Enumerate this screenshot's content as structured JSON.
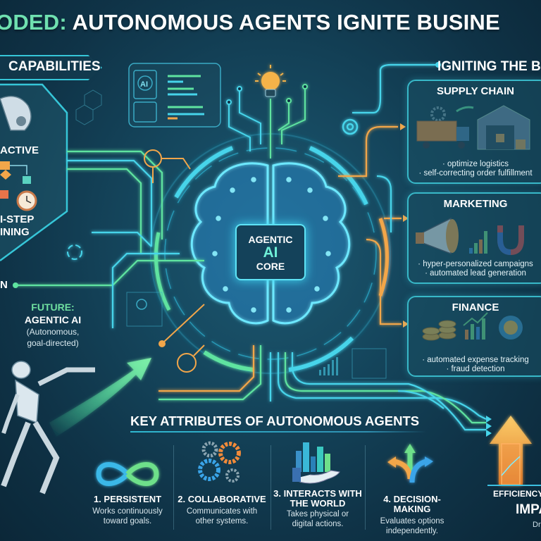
{
  "title": {
    "highlight": "ODED:",
    "rest": " AUTONOMOUS AGENTS IGNITE BUSINE"
  },
  "left_panel": {
    "section_label": "CAPABILITIES",
    "items": [
      {
        "label": "ACTIVE",
        "icon": "robot-hand-icon"
      },
      {
        "label_line1": "I-STEP",
        "label_line2": "INING",
        "icon": "flowchart-clock-icon"
      }
    ],
    "partial_label": "N"
  },
  "future": {
    "line1": "FUTURE:",
    "line2": "AGENTIC AI",
    "line3": "(Autonomous,",
    "line4": "goal-directed)"
  },
  "core": {
    "line1": "AGENTIC",
    "line2": "AI",
    "line3": "CORE"
  },
  "right_panel": {
    "heading": "IGNITING THE B",
    "cards": [
      {
        "title": "SUPPLY CHAIN",
        "bullets": [
          "· optimize logistics",
          "· self-correcting order fulfillment"
        ],
        "icon": "truck-warehouse-icon"
      },
      {
        "title": "MARKETING",
        "bullets": [
          "· hyper-personalized campaigns",
          "· automated lead generation"
        ],
        "icon": "megaphone-magnet-icon"
      },
      {
        "title": "FINANCE",
        "bullets": [
          "· automated expense tracking",
          "· fraud detection"
        ],
        "icon": "coins-chart-icon"
      }
    ]
  },
  "key_attributes": {
    "heading": "KEY ATTRIBUTES OF AUTONOMOUS AGENTS",
    "items": [
      {
        "title": "1. PERSISTENT",
        "desc1": "Works continuously",
        "desc2": "toward goals.",
        "icon": "infinity-icon"
      },
      {
        "title": "2. COLLABORATIVE",
        "desc1": "Communicates with",
        "desc2": "other systems.",
        "icon": "gears-icon"
      },
      {
        "title1": "3. INTERACTS WITH",
        "title2": "THE WORLD",
        "desc1": "Takes physical or",
        "desc2": "digital actions.",
        "icon": "hand-city-icon"
      },
      {
        "title": "4. DECISION-MAKING",
        "desc1": "Evaluates options",
        "desc2": "independently.",
        "icon": "split-arrows-icon"
      }
    ]
  },
  "impact": {
    "efficiency": "EFFICIENCY",
    "impact": "IMPA",
    "sub": "Dr"
  },
  "colors": {
    "background": "#15475e",
    "accent_cyan": "#38c8dc",
    "accent_green": "#6fe0a0",
    "accent_orange": "#f5a54a"
  }
}
